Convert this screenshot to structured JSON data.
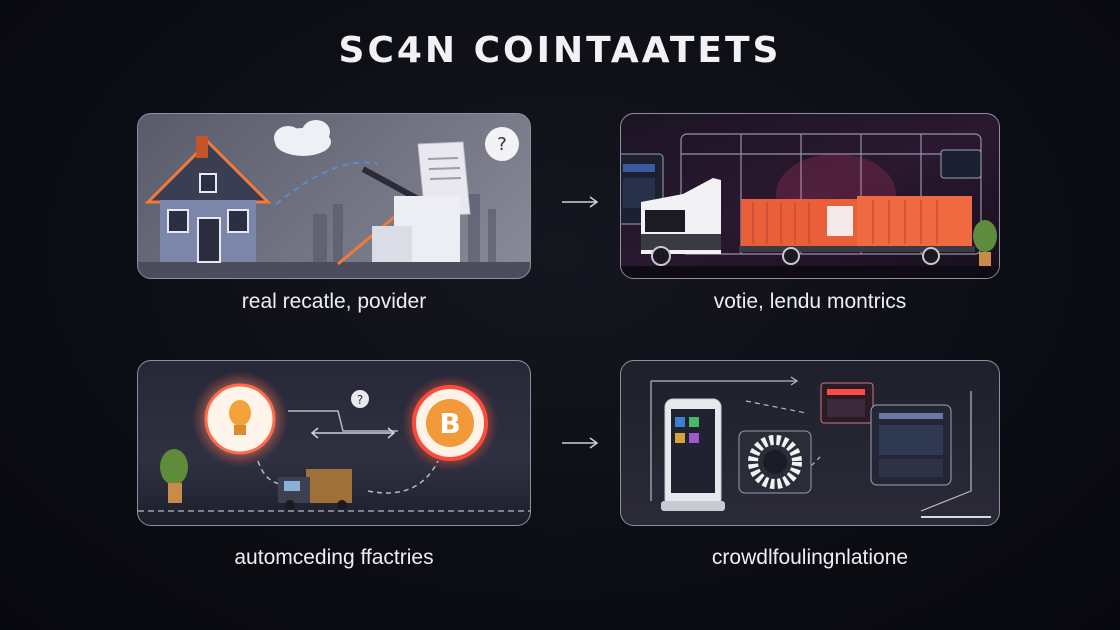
{
  "title": "SC4N COINTAATETS",
  "panels": [
    {
      "caption": "real recatle, povider"
    },
    {
      "caption": "votie, lendu montrics"
    },
    {
      "caption": "automceding ffactries"
    },
    {
      "caption": "crowdlfoulingnlatione"
    }
  ],
  "icons": {
    "panel1": [
      "house-icon",
      "cloud-icon",
      "question-icon",
      "document-icon",
      "apple-logo-icon"
    ],
    "panel2": [
      "truck-icon",
      "shipping-container-icon",
      "plant-icon",
      "dashboard-screen-icon"
    ],
    "panel3": [
      "lightbulb-icon",
      "bitcoin-icon",
      "question-icon",
      "delivery-truck-icon",
      "plant-icon"
    ],
    "panel4": [
      "smartphone-icon",
      "tablet-icon",
      "dashboard-screen-icon"
    ]
  },
  "colors": {
    "background": "#0c0d14",
    "accent_orange": "#f07a3a",
    "glow_red": "#ff4a3a"
  }
}
